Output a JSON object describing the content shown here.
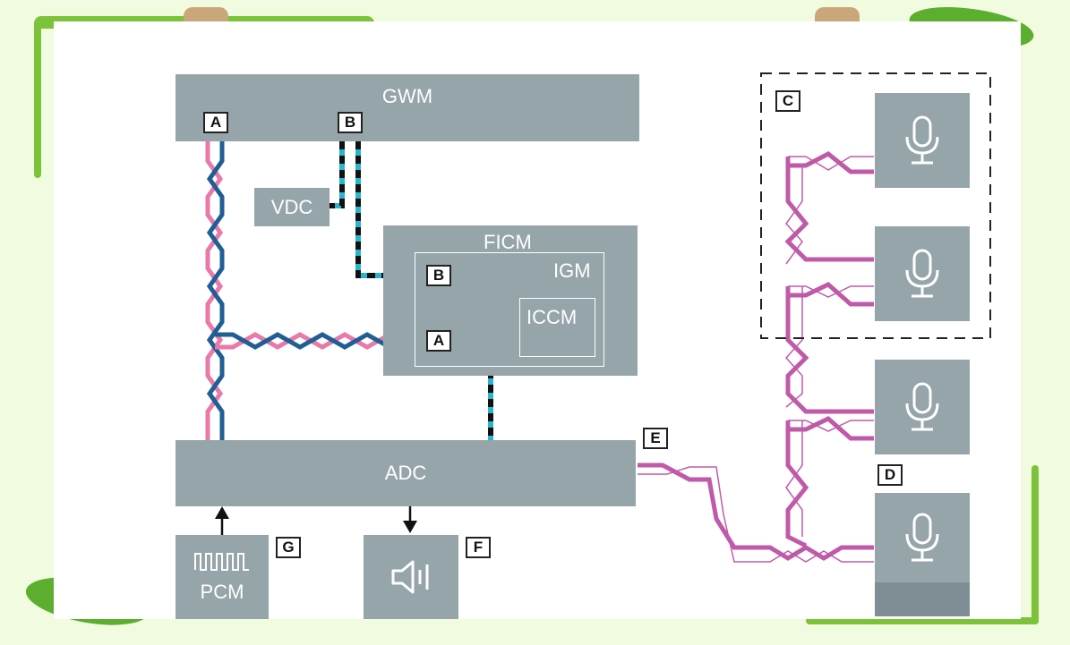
{
  "blocks": {
    "gwm": "GWM",
    "vdc": "VDC",
    "ficm": "FICM",
    "igm": "IGM",
    "iccm": "ICCM",
    "adc": "ADC",
    "pcm": "PCM"
  },
  "tags": {
    "a_gwm": "A",
    "b_gwm": "B",
    "b_igm": "B",
    "a_igm": "A",
    "c": "C",
    "d": "D",
    "e": "E",
    "f": "F",
    "g": "G"
  },
  "icons": {
    "microphone": "microphone-icon",
    "speaker": "speaker-icon",
    "pulse": "pulse-wave-icon"
  },
  "colors": {
    "block": "#95a5aa",
    "pink_wire": "#e879a8",
    "blue_wire": "#1f5f94",
    "cyan_wire": "#2ab4cf",
    "mic_bus": "#c05aa8",
    "background": "#f1fbe0"
  }
}
